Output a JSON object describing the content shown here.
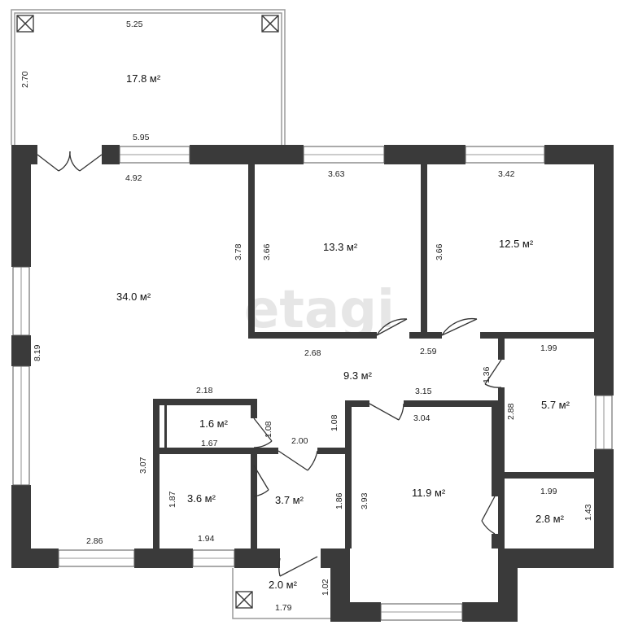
{
  "watermark": "etagi",
  "rooms": {
    "balcony": "17.8 м²",
    "living": "34.0 м²",
    "bedroom1": "13.3 м²",
    "bedroom2": "12.5 м²",
    "hall": "9.3 м²",
    "storage": "1.6 м²",
    "bath": "3.6 м²",
    "wc": "3.7 м²",
    "vestibule": "2.0 м²",
    "bedroom3": "11.9 м²",
    "room_right": "5.7 м²",
    "room_small": "2.8 м²"
  },
  "dims": {
    "balc_top": "5.25",
    "balc_side": "2.70",
    "balc_bottom": "5.95",
    "living_top": "4.92",
    "living_side": "8.19",
    "living_inner": "3.78",
    "living_low": "3.07",
    "living_bottom": "2.86",
    "bed1_top": "3.63",
    "bed1_side": "3.66",
    "bed2_top": "3.42",
    "bed2_side": "3.66",
    "hall_a": "2.68",
    "hall_b": "2.59",
    "hall_c": "3.15",
    "hall_d": "2.18",
    "hall_e": "2.00",
    "hall_f": "1.08",
    "store_side": "1.08",
    "store_bottom": "1.67",
    "bath_side": "1.87",
    "bath_bottom": "1.94",
    "wc_side": "1.86",
    "vest_side": "1.02",
    "vest_bottom": "1.79",
    "bed3_top": "3.04",
    "bed3_side": "3.93",
    "right_top": "1.99",
    "right_side": "2.88",
    "right_door": "1.36",
    "small_top": "1.99",
    "small_side": "1.43"
  }
}
